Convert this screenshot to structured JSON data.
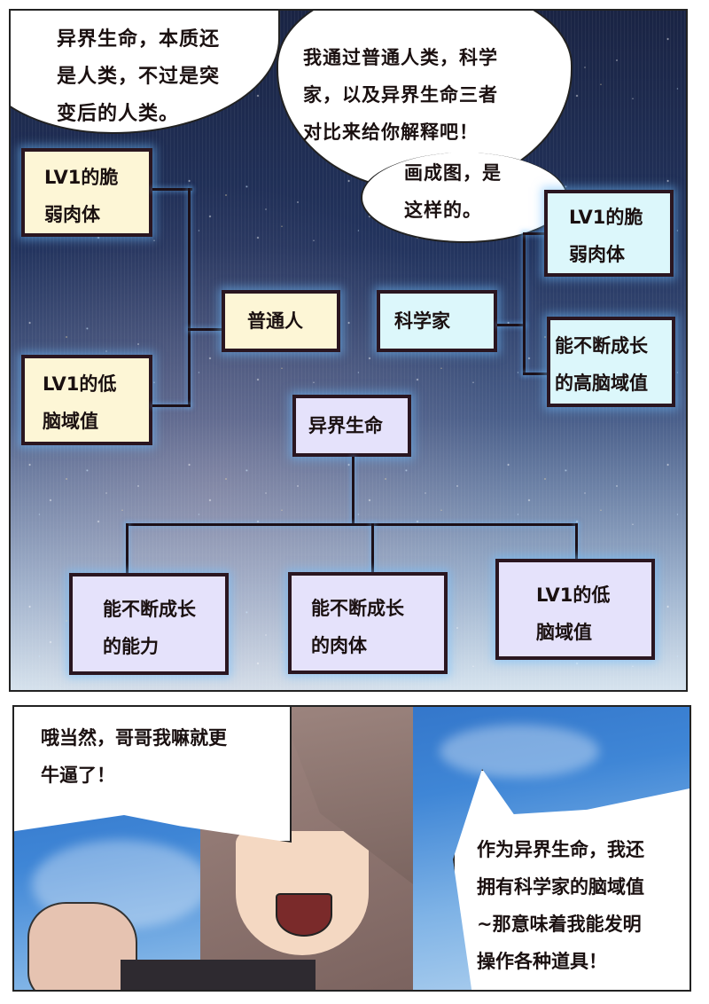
{
  "panel1": {
    "bubble_left": "异界生命，本质还\n是人类，不过是突\n变后的人类。",
    "bubble_right": "我通过普通人类，科学\n家，以及异界生命三者\n对比来给你解释吧！",
    "bubble_right_tail": "画成图，是\n这样的。",
    "diagram": {
      "ordinary": {
        "label": "普通人",
        "traits": [
          "LV1的脆\n弱肉体",
          "LV1的低\n脑域值"
        ],
        "color": "#fdf6d6"
      },
      "scientist": {
        "label": "科学家",
        "traits": [
          "LV1的脆\n弱肉体",
          "能不断成长\n的高脑域值"
        ],
        "color": "#dcf7fb"
      },
      "otherworld": {
        "label": "异界生命",
        "traits": [
          "能不断成长\n的能力",
          "能不断成长\n的肉体",
          "LV1的低\n脑域值"
        ],
        "color": "#e5e2fb"
      }
    }
  },
  "panel2": {
    "speech_top_left": "哦当然，哥哥我嘛就更\n牛逼了！",
    "speech_right": "作为异界生命，我还\n拥有科学家的脑域值\n~那意味着我能发明\n操作各种道具！"
  }
}
